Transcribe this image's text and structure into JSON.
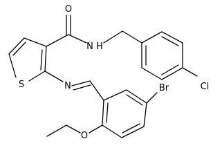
{
  "molecule": {
    "atoms": {
      "oxygen_carbonyl": "O",
      "nitrogen_amide": "N",
      "hydrogen_amide": "H",
      "sulfur_thiophene": "S",
      "nitrogen_imine": "N",
      "chlorine": "Cl",
      "bromine": "Br",
      "oxygen_ether": "O"
    }
  }
}
